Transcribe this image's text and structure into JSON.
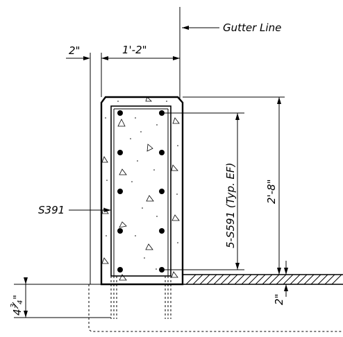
{
  "labels": {
    "gutter_line": "Gutter Line",
    "dim_offset": "2\"",
    "dim_width": "1'-2\"",
    "dim_height": "2'-8\"",
    "dim_bottom": "2\"",
    "dim_depth_whole": "4",
    "dim_depth_num": "3",
    "dim_depth_den": "4",
    "dim_depth_inch": "\"",
    "bar_vertical": "S391",
    "bar_horizontal": "5-S591 (Typ. EF)"
  }
}
